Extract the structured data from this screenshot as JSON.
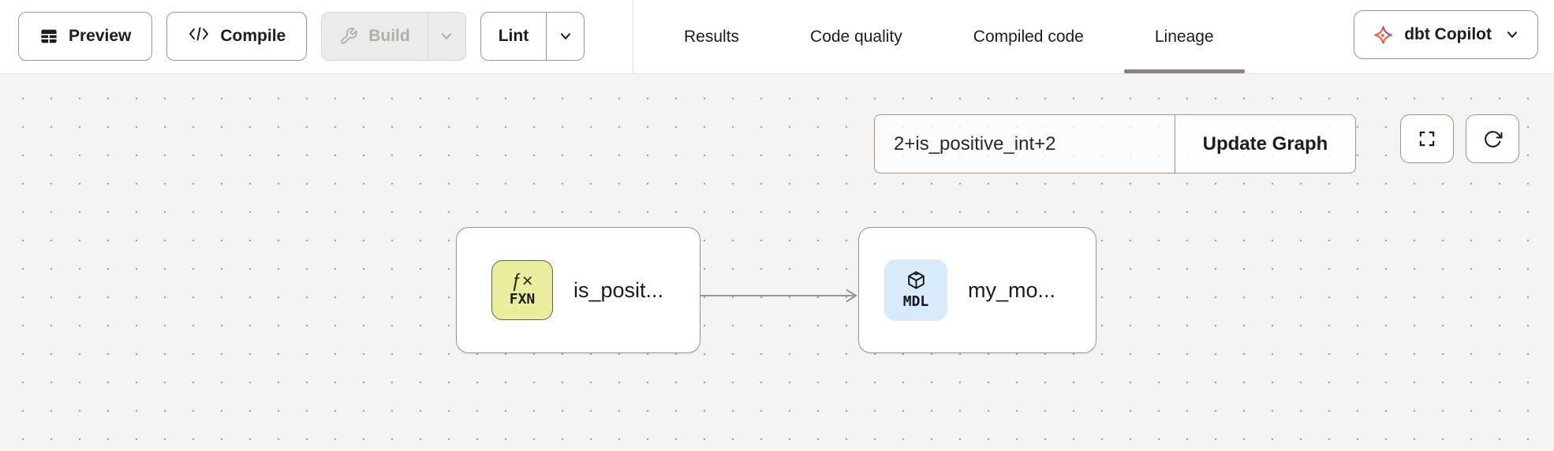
{
  "toolbar": {
    "preview_label": "Preview",
    "compile_label": "Compile",
    "build_label": "Build",
    "lint_label": "Lint"
  },
  "tabs": [
    {
      "label": "Results",
      "active": false
    },
    {
      "label": "Code quality",
      "active": false
    },
    {
      "label": "Compiled code",
      "active": false
    },
    {
      "label": "Lineage",
      "active": true
    }
  ],
  "copilot": {
    "label": "dbt Copilot"
  },
  "lineage": {
    "selector": {
      "value": "2+is_positive_int+2",
      "update_button_label": "Update Graph"
    },
    "nodes": [
      {
        "type": "function",
        "badge_symbol": "ƒ×",
        "badge_code": "FXN",
        "label": "is_posit..."
      },
      {
        "type": "model",
        "badge_code": "MDL",
        "label": "my_mo..."
      }
    ],
    "edges": [
      {
        "from": "is_posit...",
        "to": "my_mo..."
      }
    ]
  },
  "colors": {
    "dbt_orange": "#ff5c35",
    "dbt_purple": "#8a4df6",
    "function_badge_bg": "#e9ee9d",
    "model_badge_bg": "#d9eafb",
    "active_tab_underline": "#8b8680",
    "canvas_bg": "#f5f4f2",
    "edge_stroke": "#8b8680"
  }
}
